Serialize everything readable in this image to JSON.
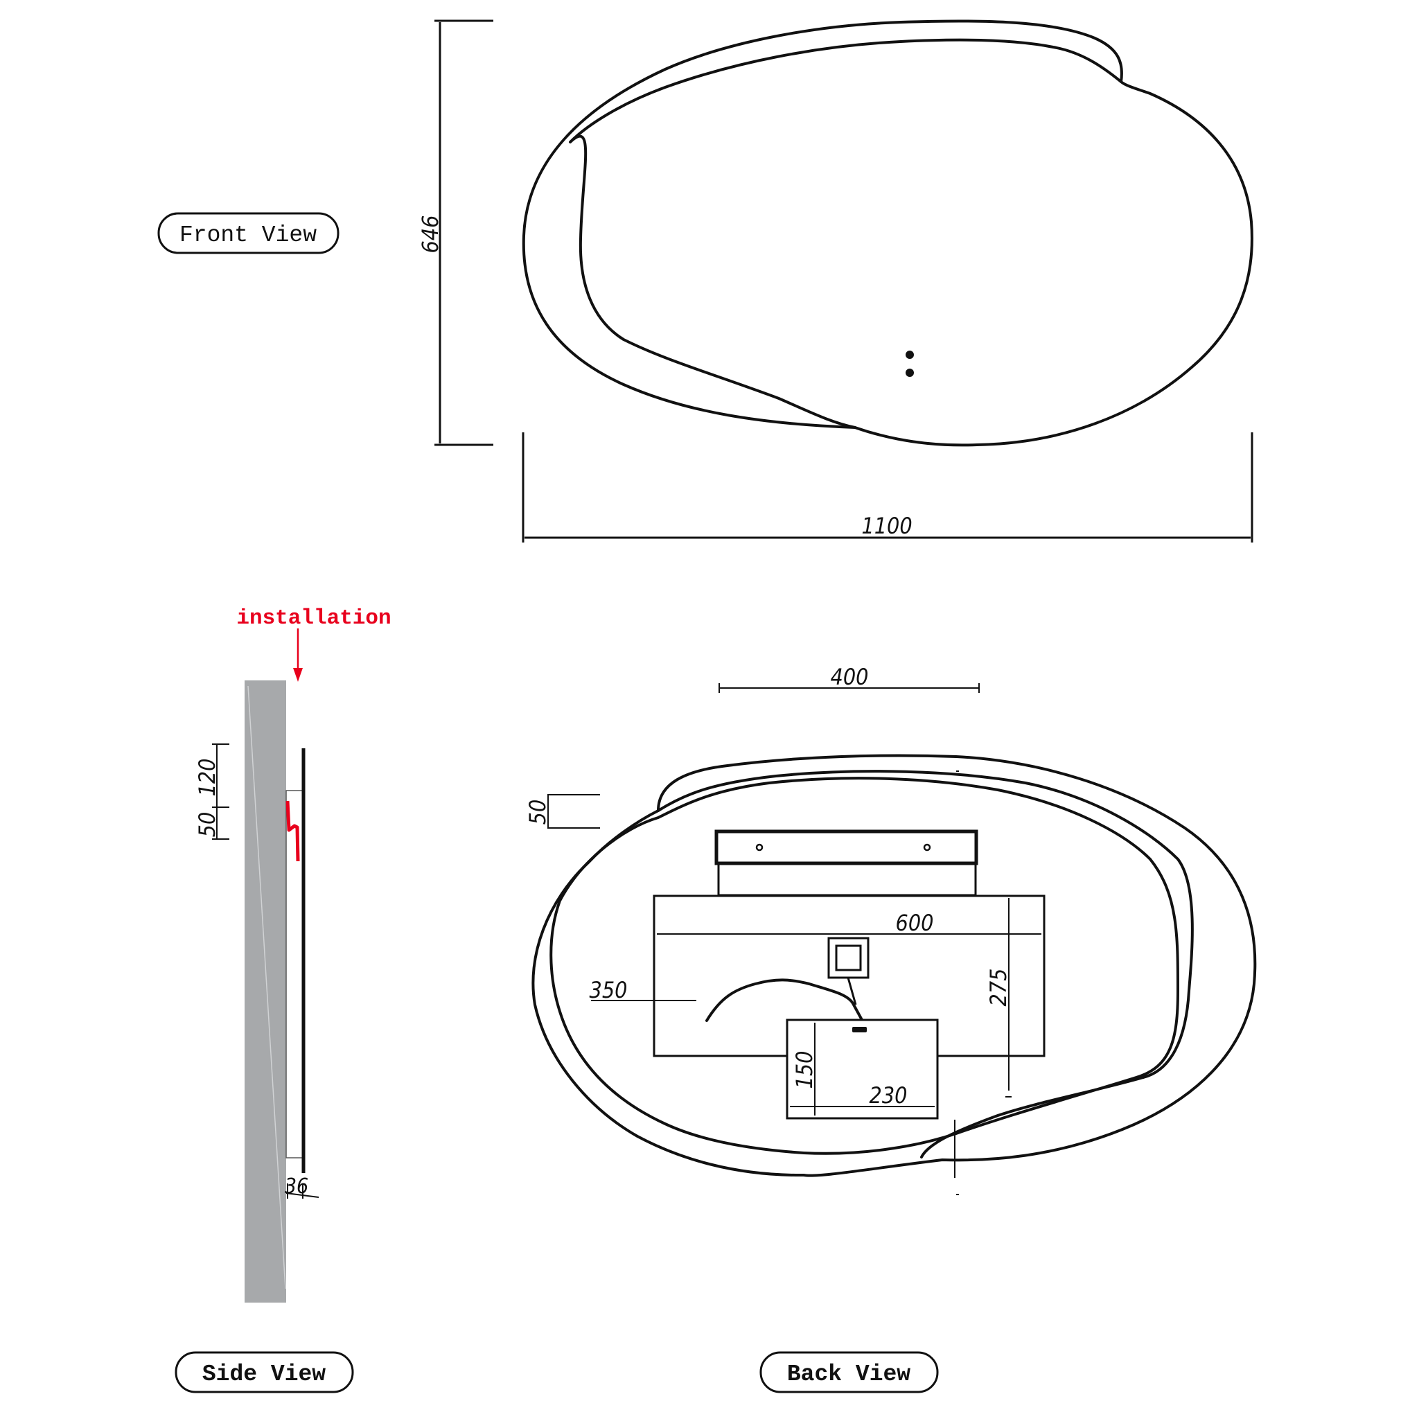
{
  "views": {
    "front": {
      "label": "Front View",
      "dimensions": {
        "height": "646",
        "width": "1100"
      }
    },
    "side": {
      "label": "Side View",
      "annotation": "installation",
      "dimensions": {
        "top_offset": "120",
        "bracket": "50",
        "depth": "36"
      }
    },
    "back": {
      "label": "Back View",
      "dimensions": {
        "bracket_width": "400",
        "top_offset": "50",
        "panel_width": "600",
        "panel_height": "275",
        "cable_length": "350",
        "driver_height": "150",
        "driver_width": "230"
      }
    }
  },
  "colors": {
    "line": "#111111",
    "wall": "#a7a9ab",
    "annotation": "#e8001c"
  }
}
